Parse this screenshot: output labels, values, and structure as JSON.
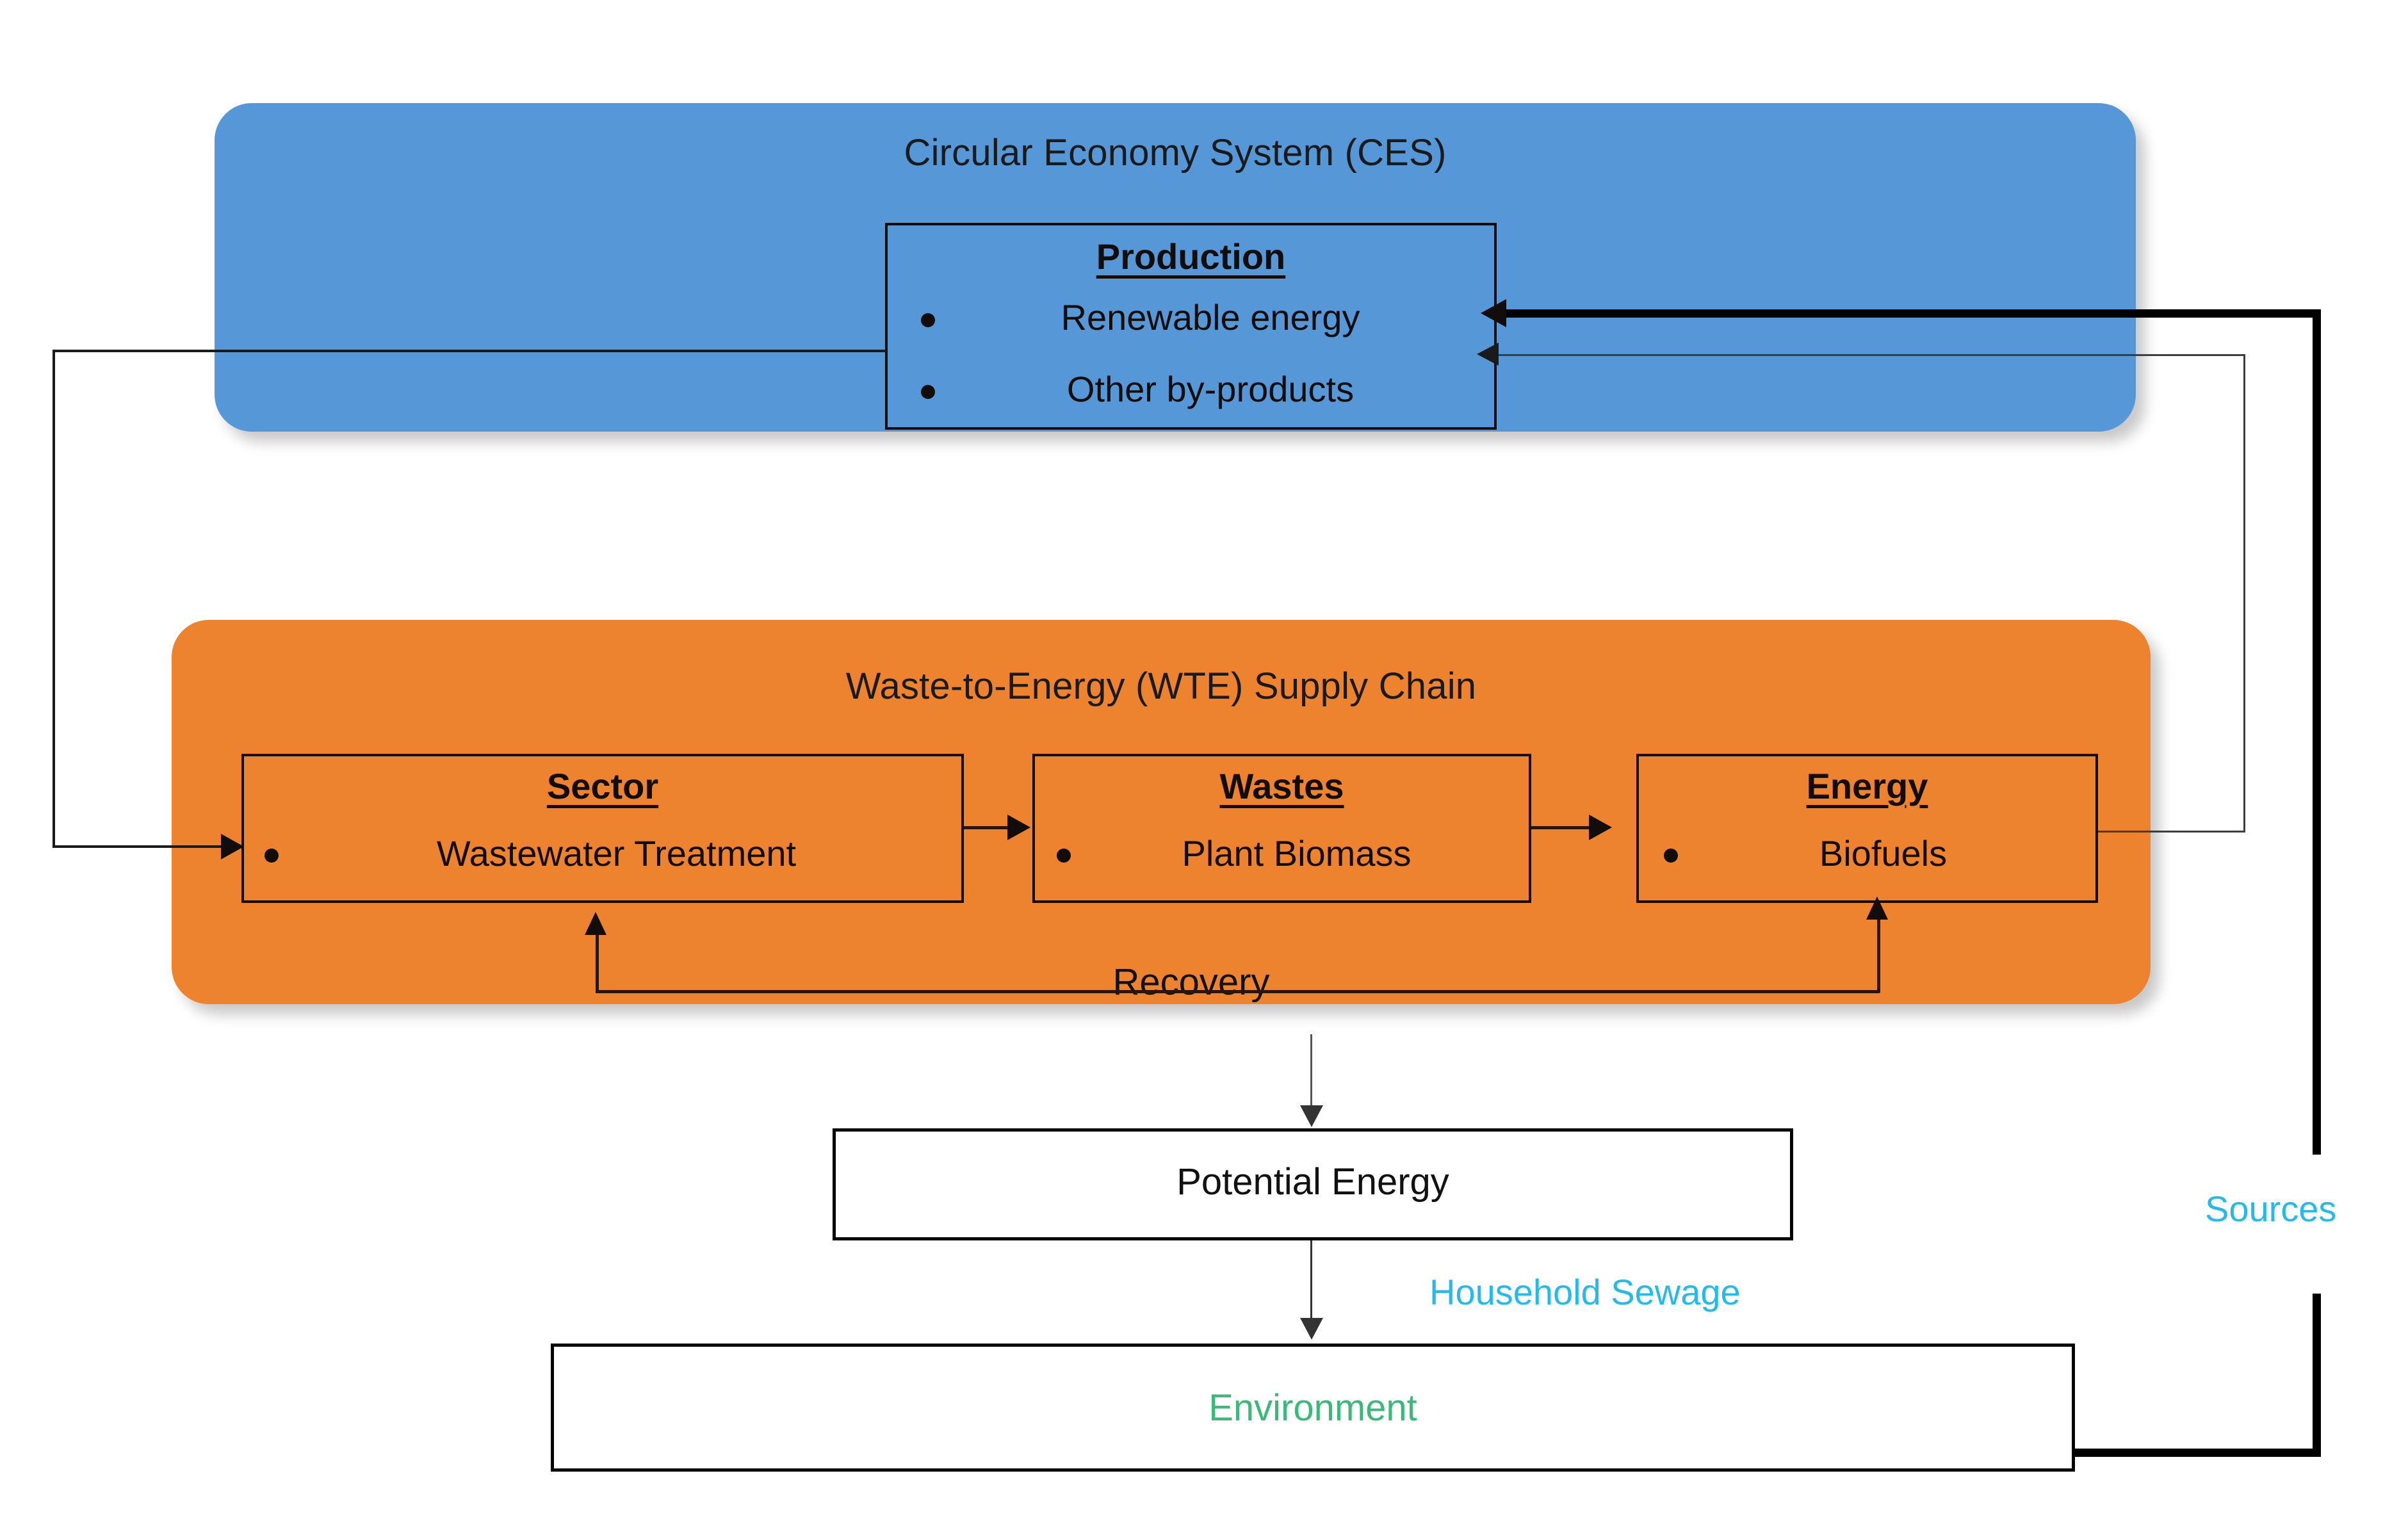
{
  "diagram": {
    "ces_panel": {
      "title": "Circular Economy System (CES)",
      "color": "#5697D8",
      "production": {
        "heading": "Production",
        "items": [
          "Renewable energy",
          "Other by-products"
        ]
      }
    },
    "wte_panel": {
      "title": "Waste-to-Energy (WTE) Supply Chain",
      "color": "#ED822F",
      "stages": [
        {
          "heading": "Sector",
          "value": "Wastewater Treatment"
        },
        {
          "heading": "Wastes",
          "value": "Plant Biomass"
        },
        {
          "heading": "Energy",
          "value": "Biofuels"
        }
      ],
      "recovery_label": "Recovery"
    },
    "potential_energy": {
      "label": "Potential Energy"
    },
    "environment": {
      "label": "Environment",
      "color": "#3CB878"
    },
    "flow_labels": {
      "household_sewage": "Household Sewage",
      "sources": "Sources",
      "accent_color": "#27B9E8"
    }
  }
}
